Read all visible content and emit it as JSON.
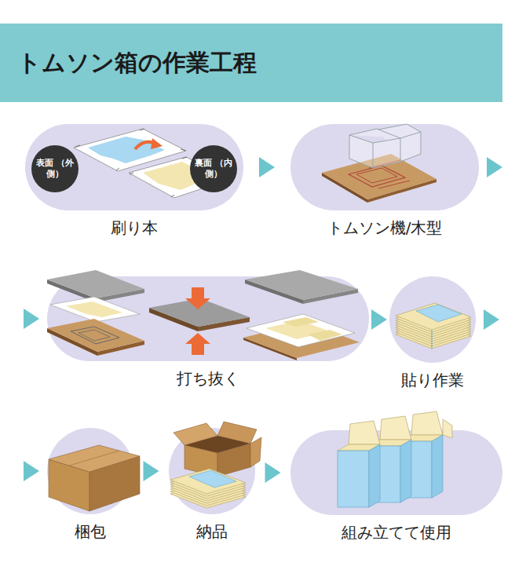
{
  "diagram": {
    "title": "トムソン箱の作業工程",
    "nodes": [
      {
        "text": [
          "刷り本"
        ]
      },
      {
        "text": [
          "表面 （外側）"
        ],
        "in": 0
      },
      {
        "text": [
          "裏面 （内側）"
        ],
        "in": 0
      },
      {
        "text": [
          "トムソン機/木型"
        ]
      },
      {
        "text": [
          "打ち抜く"
        ]
      },
      {
        "text": [
          "貼り作業"
        ]
      },
      {
        "text": [
          "梱包"
        ]
      },
      {
        "text": [
          "納品"
        ]
      },
      {
        "text": [
          "組み立てて使用"
        ]
      }
    ],
    "edges": [
      {
        "from": 0,
        "to": 3,
        "arrow": "to"
      },
      {
        "from": 3,
        "to": 4,
        "arrow": "to"
      },
      {
        "from": 4,
        "to": 5,
        "arrow": "to"
      },
      {
        "from": 5,
        "to": 6,
        "arrow": "to"
      },
      {
        "from": 6,
        "to": 7,
        "arrow": "to"
      },
      {
        "from": 7,
        "to": 8,
        "arrow": "to"
      }
    ]
  }
}
